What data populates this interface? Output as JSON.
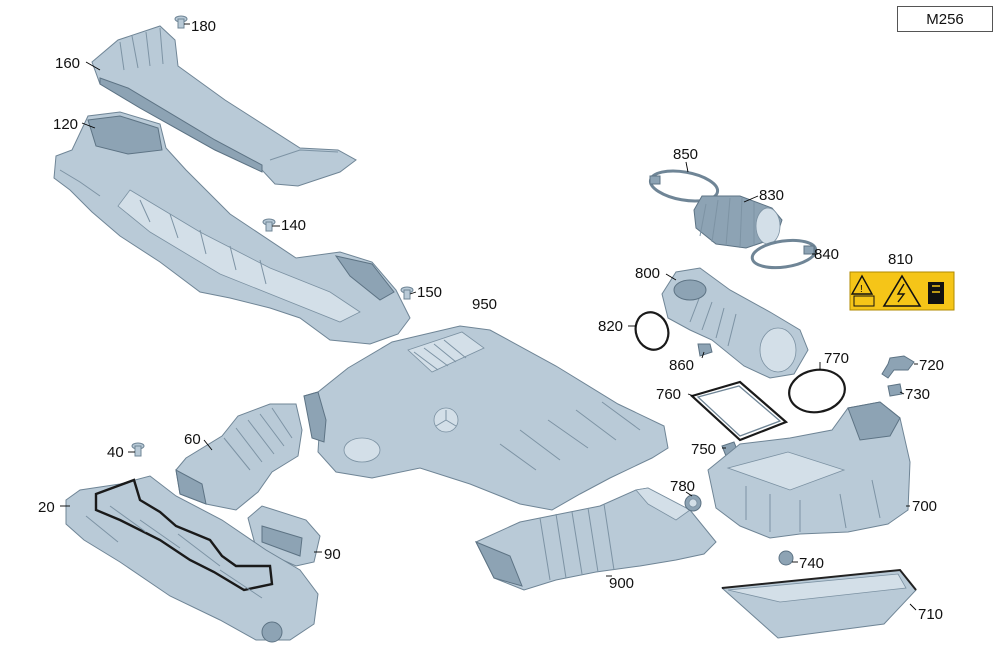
{
  "diagram": {
    "model_code": "M256",
    "callouts": {
      "c20": "20",
      "c40": "40",
      "c60": "60",
      "c90": "90",
      "c120": "120",
      "c140": "140",
      "c150": "150",
      "c160": "160",
      "c180": "180",
      "c700": "700",
      "c710": "710",
      "c720": "720",
      "c730": "730",
      "c740": "740",
      "c750": "750",
      "c760": "760",
      "c770": "770",
      "c780": "780",
      "c800": "800",
      "c810": "810",
      "c820": "820",
      "c830": "830",
      "c840": "840",
      "c850": "850",
      "c860": "860",
      "c900": "900",
      "c950": "950"
    },
    "colors": {
      "part": "#b9cad7",
      "label_background": "#f5c518"
    }
  }
}
